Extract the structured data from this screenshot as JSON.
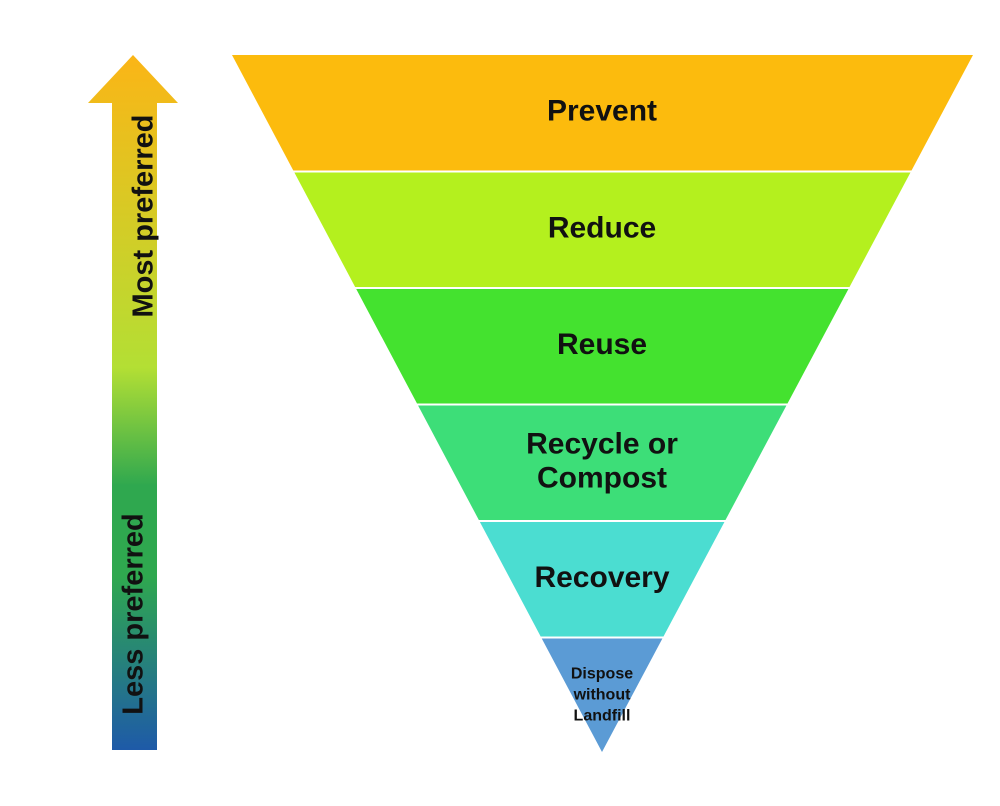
{
  "diagram": {
    "arrow": {
      "top_label": "Most preferred",
      "bottom_label": "Less preferred",
      "color_top": "#FBB516",
      "color_upper_mid": "#B3DF34",
      "color_mid": "#2FA84F",
      "color_bottom": "#1E5AA8"
    },
    "tiers": [
      {
        "lines": [
          "Prevent"
        ],
        "color": "#FCBB0D"
      },
      {
        "lines": [
          "Reduce"
        ],
        "color": "#B4F01E"
      },
      {
        "lines": [
          "Reuse"
        ],
        "color": "#44E22F"
      },
      {
        "lines": [
          "Recycle or",
          "Compost"
        ],
        "color": "#3DDE78"
      },
      {
        "lines": [
          "Recovery"
        ],
        "color": "#4BDDD1"
      },
      {
        "lines": [
          "Dispose",
          "without",
          "Landfill"
        ],
        "color": "#5B9BD5"
      }
    ]
  }
}
